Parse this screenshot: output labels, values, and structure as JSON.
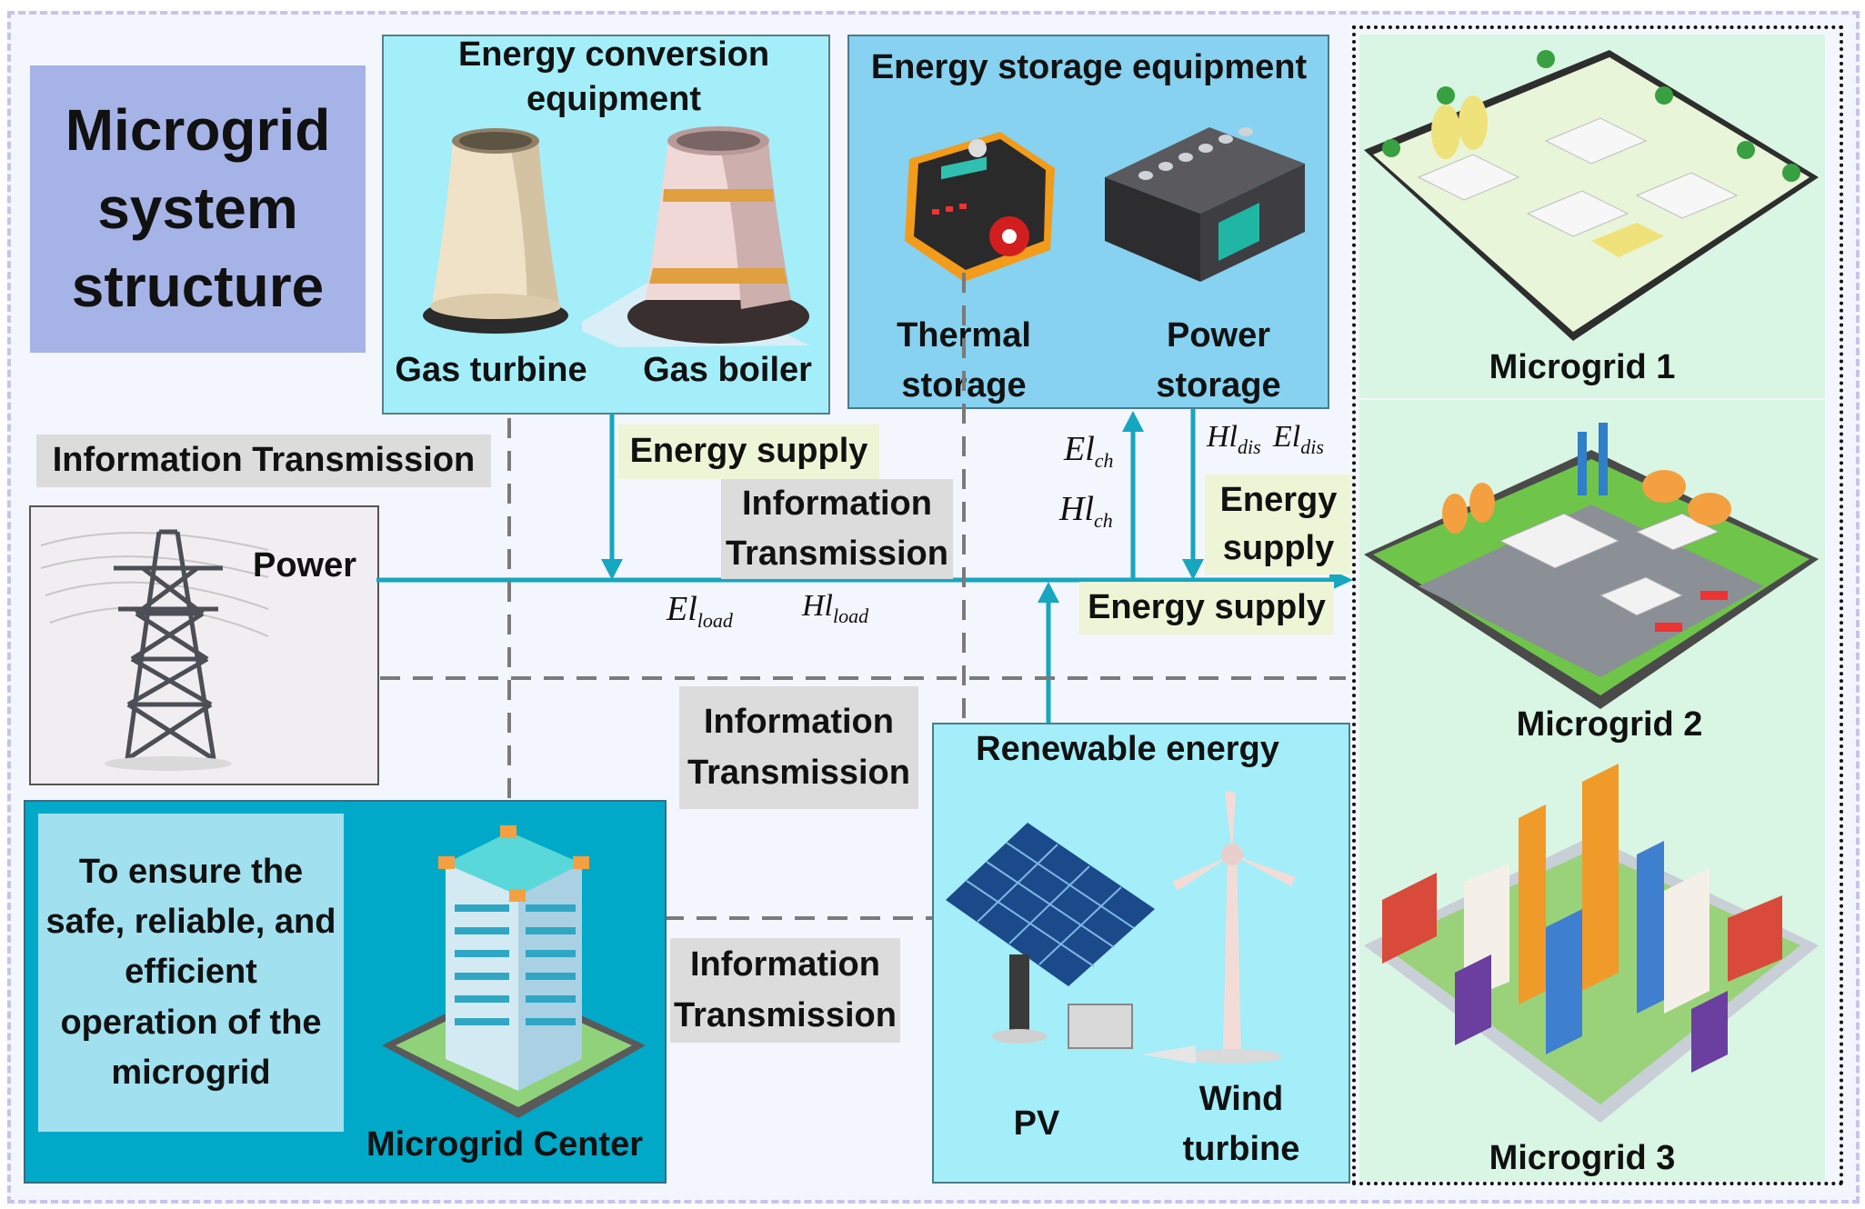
{
  "title": "Microgrid system structure",
  "conversion": {
    "title": "Energy conversion equipment",
    "gas_turbine": "Gas turbine",
    "gas_boiler": "Gas boiler"
  },
  "storage": {
    "title": "Energy storage equipment",
    "thermal": "Thermal storage",
    "power": "Power storage"
  },
  "renewable": {
    "title": "Renewable energy",
    "pv": "PV",
    "wind": "Wind turbine"
  },
  "grid": {
    "power_label": "Power"
  },
  "center": {
    "description": "To ensure the safe, reliable, and efficient operation of the microgrid",
    "label": "Microgrid Center"
  },
  "microgrids": [
    "Microgrid 1",
    "Microgrid 2",
    "Microgrid 3"
  ],
  "flows": {
    "info_transmission": "Information Transmission",
    "energy_supply": "Energy supply"
  },
  "symbols": {
    "el_load": {
      "base": "El",
      "sub": "load"
    },
    "hl_load": {
      "base": "Hl",
      "sub": "load"
    },
    "el_ch": {
      "base": "El",
      "sub": "ch"
    },
    "hl_ch": {
      "base": "Hl",
      "sub": "ch"
    },
    "hl_dis": {
      "base": "Hl",
      "sub": "dis"
    },
    "el_dis": {
      "base": "El",
      "sub": "dis"
    }
  },
  "colors": {
    "arrow": "#16a6c0",
    "title_box": "#a6b3e6",
    "conversion_box": "#a3eef9",
    "storage_box": "#86d2f0",
    "renewable_box": "#a3eef9",
    "center_box": "#00a9c8",
    "center_text_box": "#a1e0ee",
    "grid_box": "#f1eef1",
    "microgrid_tile": "#d9f5e3"
  }
}
